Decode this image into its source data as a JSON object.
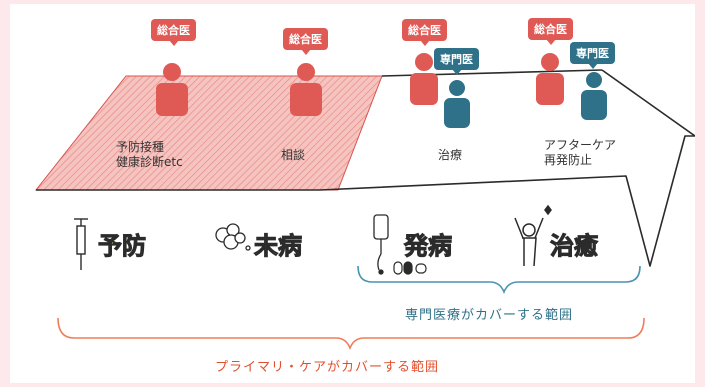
{
  "roles": {
    "general": "総合医",
    "specialist": "専門医"
  },
  "steps": [
    {
      "lines": [
        "予防接種",
        "健康診断etc"
      ]
    },
    {
      "lines": [
        "相談"
      ]
    },
    {
      "lines": [
        "治療"
      ]
    },
    {
      "lines": [
        "アフターケア",
        "再発防止"
      ]
    }
  ],
  "stages": {
    "prevention": "予防",
    "presymptomatic": "未病",
    "onset": "発病",
    "recovery": "治癒"
  },
  "ranges": {
    "specialist": "専門医療がカバーする範囲",
    "primary": "プライマリ・ケアがカバーする範囲"
  },
  "colors": {
    "general_red": "#e05a55",
    "specialist_blue": "#2e7189",
    "prevention_green": "#8cc45a",
    "presymptomatic_orange": "#f08a3c",
    "onset_red": "#e8504a",
    "recovery_teal": "#4fb4c9",
    "specialist_range_blue": "#4a93b3",
    "primary_range_orange": "#ef7d5a"
  }
}
